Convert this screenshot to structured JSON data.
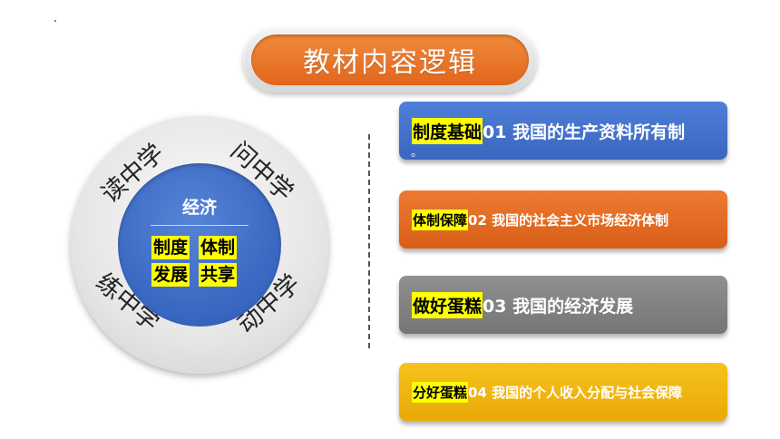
{
  "title": "教材内容逻辑",
  "circle": {
    "center_title": "经济",
    "tags": [
      "制度",
      "体制",
      "发展",
      "共享"
    ],
    "ring_words": {
      "top_left": "读中学",
      "top_right": "问中学",
      "bottom_left": "练中学",
      "bottom_right": "动中学"
    }
  },
  "bars": [
    {
      "label": "制度基础",
      "text": "01 我国的生产资料所有制",
      "tail": "。"
    },
    {
      "label": "体制保障",
      "text": "02  我国的社会主义市场经济体制"
    },
    {
      "label": "做好蛋糕",
      "text": "03 我国的经济发展"
    },
    {
      "label": "分好蛋糕",
      "text": "04 我国的个人收入分配与社会保障"
    }
  ],
  "colors": {
    "title_fill": "#e2661c",
    "core_fill": "#3866c0",
    "highlight": "#ffff00",
    "bar_1": "#3a66bf",
    "bar_2": "#d85f17",
    "bar_3": "#757575",
    "bar_4": "#e9a906"
  }
}
